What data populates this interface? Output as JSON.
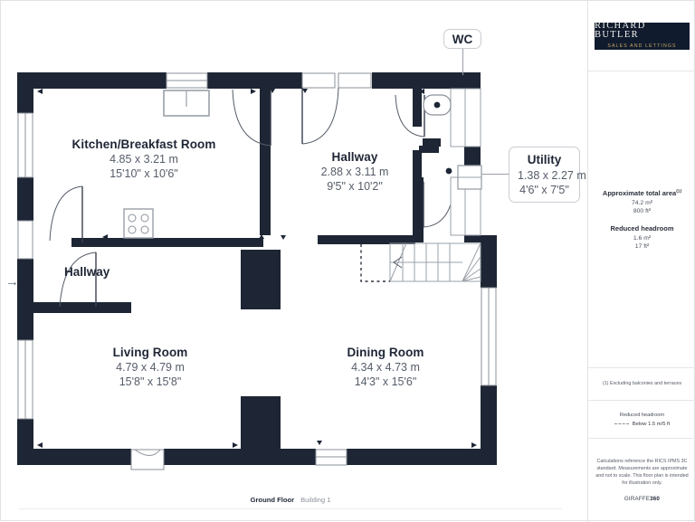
{
  "brand": {
    "name": "RICHARD BUTLER",
    "tagline": "SALES AND LETTINGS"
  },
  "plan": {
    "rooms": [
      {
        "id": "kitchen",
        "name": "Kitchen/Breakfast Room",
        "dim_m": "4.85 x 3.21 m",
        "dim_ft": "15'10\" x 10'6\""
      },
      {
        "id": "hallway-main",
        "name": "Hallway",
        "dim_m": "2.88 x 3.11 m",
        "dim_ft": "9'5\" x 10'2\""
      },
      {
        "id": "living",
        "name": "Living Room",
        "dim_m": "4.79 x 4.79 m",
        "dim_ft": "15'8\" x 15'8\""
      },
      {
        "id": "dining",
        "name": "Dining Room",
        "dim_m": "4.34 x 4.73 m",
        "dim_ft": "14'3\" x 15'6\""
      }
    ],
    "hallway_secondary_label": "Hallway",
    "callouts": [
      {
        "id": "wc",
        "name": "WC",
        "dim_m": "",
        "dim_ft": ""
      },
      {
        "id": "utility",
        "name": "Utility",
        "dim_m": "1.38 x 2.27 m",
        "dim_ft": "4'6\" x 7'5\""
      }
    ],
    "entrance_arrow": "→"
  },
  "sidebar": {
    "area": {
      "total_heading": "Approximate total area",
      "total_heading_sup": "(1)",
      "total_m2": "74.2 m²",
      "total_ft2": "800 ft²",
      "reduced_heading": "Reduced headroom",
      "reduced_m2": "1.6 m²",
      "reduced_ft2": "17 ft²"
    },
    "footnote": "(1) Excluding balconies and terraces",
    "legend": {
      "title": "Reduced headroom",
      "label": "Below 1.5 m/5 ft"
    },
    "disclaimer": "Calculations reference the RICS IPMS 3C standard. Measurements are approximate and not to scale. This floor plan is intended for illustration only.",
    "provider_prefix": "GIRAFFE",
    "provider_suffix": "360"
  },
  "footer": {
    "floor": "Ground Floor",
    "building": "Building 1"
  },
  "colors": {
    "wall": "#1e2635",
    "text": "#1e2635",
    "dim_text": "#555c68",
    "logo_bg": "#111b2e",
    "logo_gold": "#c5a961",
    "border": "#e2e2e4"
  }
}
